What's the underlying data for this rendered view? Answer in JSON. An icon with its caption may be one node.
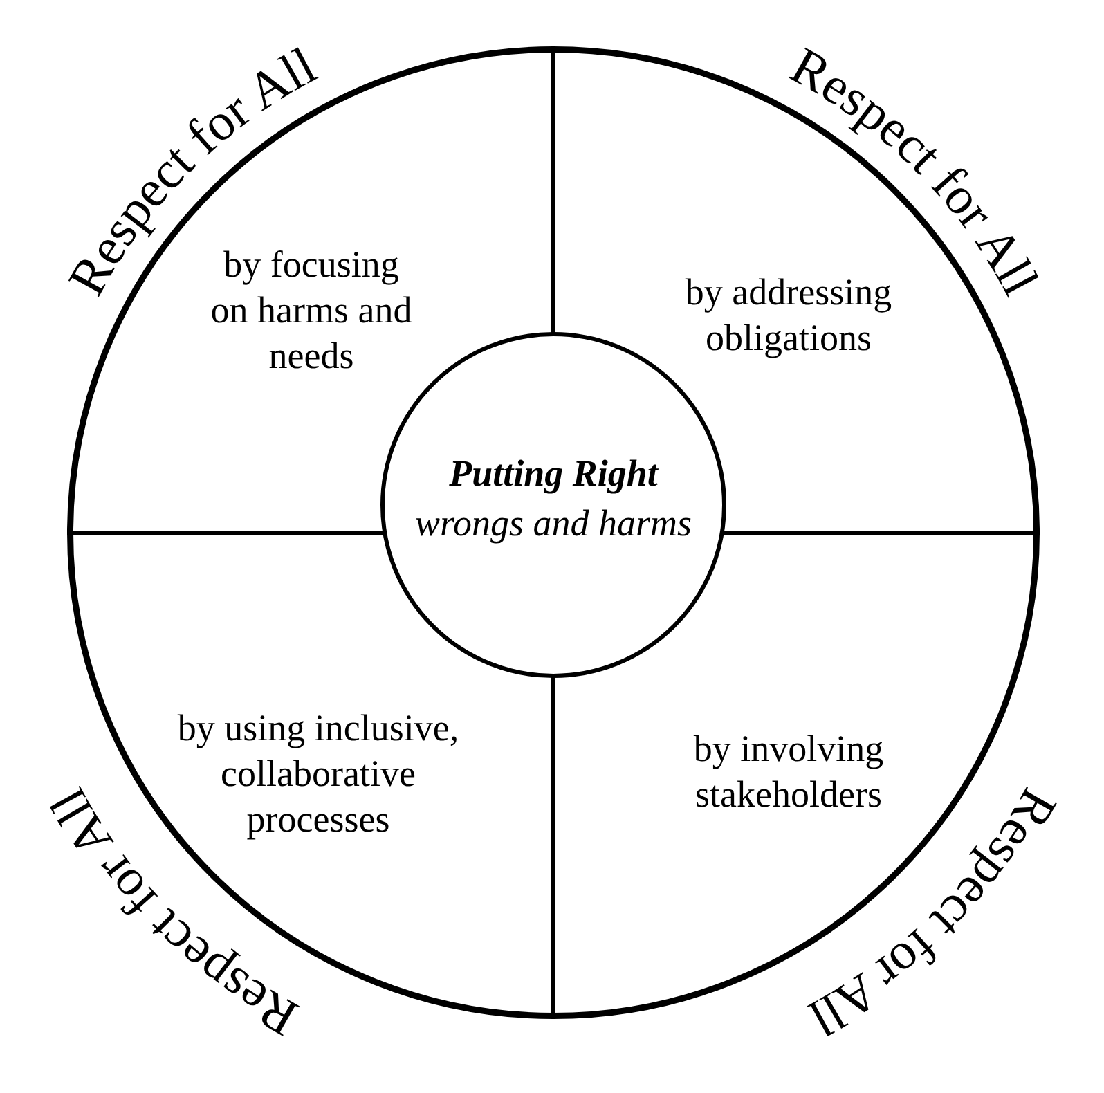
{
  "diagram": {
    "nodes": [
      {
        "text": [],
        "shape": "circle"
      },
      {
        "text": [
          "by focusing on harms and needs"
        ],
        "in": 0
      },
      {
        "text": [
          "by addressing obligations"
        ],
        "in": 0
      },
      {
        "text": [
          "by using inclusive, collaborative processes"
        ],
        "in": 0
      },
      {
        "text": [
          "by involving stakeholders"
        ],
        "in": 0
      },
      {
        "text": [
          "Putting Right",
          "wrongs and harms"
        ],
        "in": 0
      }
    ],
    "edges": [],
    "labels": [
      "Respect for All",
      "Respect for All",
      "Respect for All",
      "Respect for All"
    ]
  }
}
